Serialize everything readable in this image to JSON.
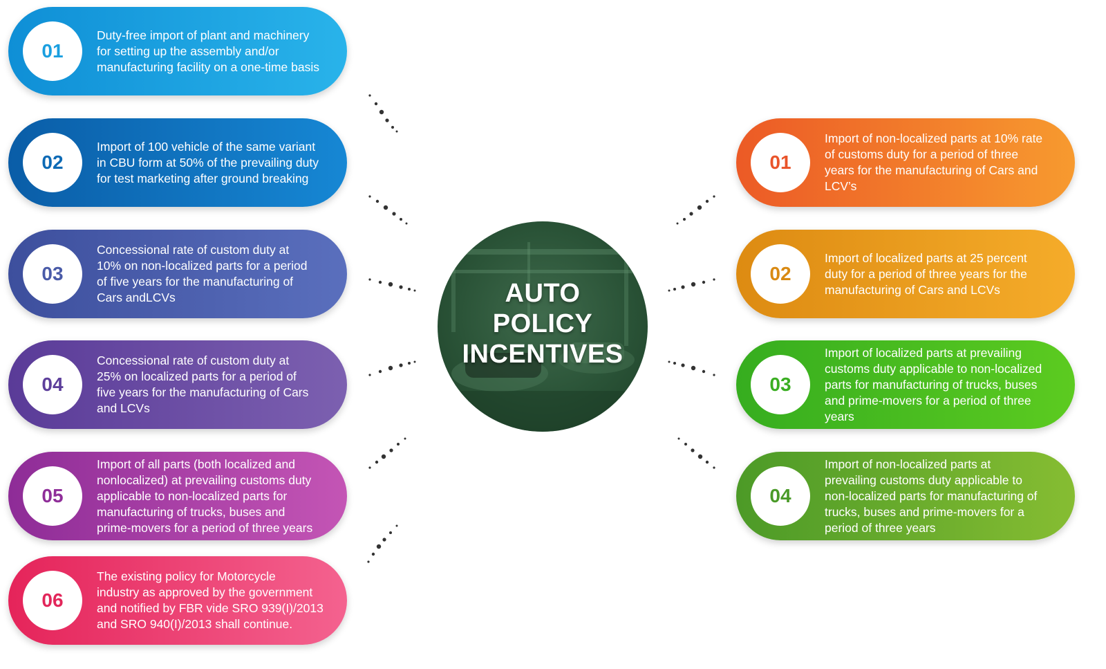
{
  "center": {
    "title_lines": [
      "AUTO",
      "POLICY",
      "INCENTIVES"
    ]
  },
  "left_items": [
    {
      "num": "01",
      "lines": [
        "Duty-free import of plant and machinery",
        "for setting up the assembly and/or",
        "manufacturing facility on a one-time basis"
      ],
      "colors": [
        "#0f8fd6",
        "#29b3ea"
      ],
      "num_color": "#1a9fe0"
    },
    {
      "num": "02",
      "lines": [
        "Import of 100 vehicle of the same variant",
        "in CBU form at 50% of the prevailing duty",
        "for test marketing after ground breaking"
      ],
      "colors": [
        "#0a5da7",
        "#1687d4"
      ],
      "num_color": "#0d6ab5"
    },
    {
      "num": "03",
      "lines": [
        "Concessional rate of custom duty at",
        "10% on non-localized parts for a period",
        "of five years for the manufacturing of",
        "Cars andLCVs"
      ],
      "colors": [
        "#3d4f9d",
        "#5a6fbd"
      ],
      "num_color": "#4a5ba8"
    },
    {
      "num": "04",
      "lines": [
        "Concessional rate of custom duty at",
        "25% on localized parts for a period of",
        "five years for the manufacturing of Cars",
        "and LCVs"
      ],
      "colors": [
        "#5a3b98",
        "#7c60b0"
      ],
      "num_color": "#5d3f9b"
    },
    {
      "num": "05",
      "lines": [
        "Import of all parts (both localized and",
        "nonlocalized) at prevailing customs duty",
        "applicable to non-localized parts for",
        "manufacturing of trucks, buses and",
        "prime-movers for a period of three years"
      ],
      "colors": [
        "#8e2c97",
        "#c455b5"
      ],
      "num_color": "#8f2e99"
    },
    {
      "num": "06",
      "lines": [
        "The existing policy for Motorcycle",
        "industry as approved by the government",
        "and notified by FBR vide SRO 939(I)/2013",
        "and SRO 940(I)/2013 shall continue."
      ],
      "colors": [
        "#e5245a",
        "#f4628f"
      ],
      "num_color": "#e2265a"
    }
  ],
  "right_items": [
    {
      "num": "01",
      "lines": [
        "Import of non-localized parts at 10% rate",
        "of customs duty for a period of three",
        "years for the manufacturing of Cars and",
        "LCV’s"
      ],
      "colors": [
        "#ec5a26",
        "#f79a2f"
      ],
      "num_color": "#e9542a"
    },
    {
      "num": "02",
      "lines": [
        "Import of localized parts at 25 percent",
        "duty for a period of three years for the",
        "manufacturing of Cars and LCVs"
      ],
      "colors": [
        "#dd8b12",
        "#f5ac2a"
      ],
      "num_color": "#d98a13"
    },
    {
      "num": "03",
      "lines": [
        "Import of  localized parts at prevailing",
        "customs duty applicable to non-localized",
        "parts for manufacturing of trucks, buses",
        "and prime-movers for a period of three",
        "years"
      ],
      "colors": [
        "#36ad1f",
        "#5ccb20"
      ],
      "num_color": "#3aae22"
    },
    {
      "num": "04",
      "lines": [
        "Import of non-localized parts at",
        "prevailing customs duty applicable to",
        "non-localized parts for manufacturing of",
        "trucks, buses and prime-movers for a",
        "period of three years"
      ],
      "colors": [
        "#4c9a27",
        "#86bd32"
      ],
      "num_color": "#4a9a28"
    }
  ]
}
